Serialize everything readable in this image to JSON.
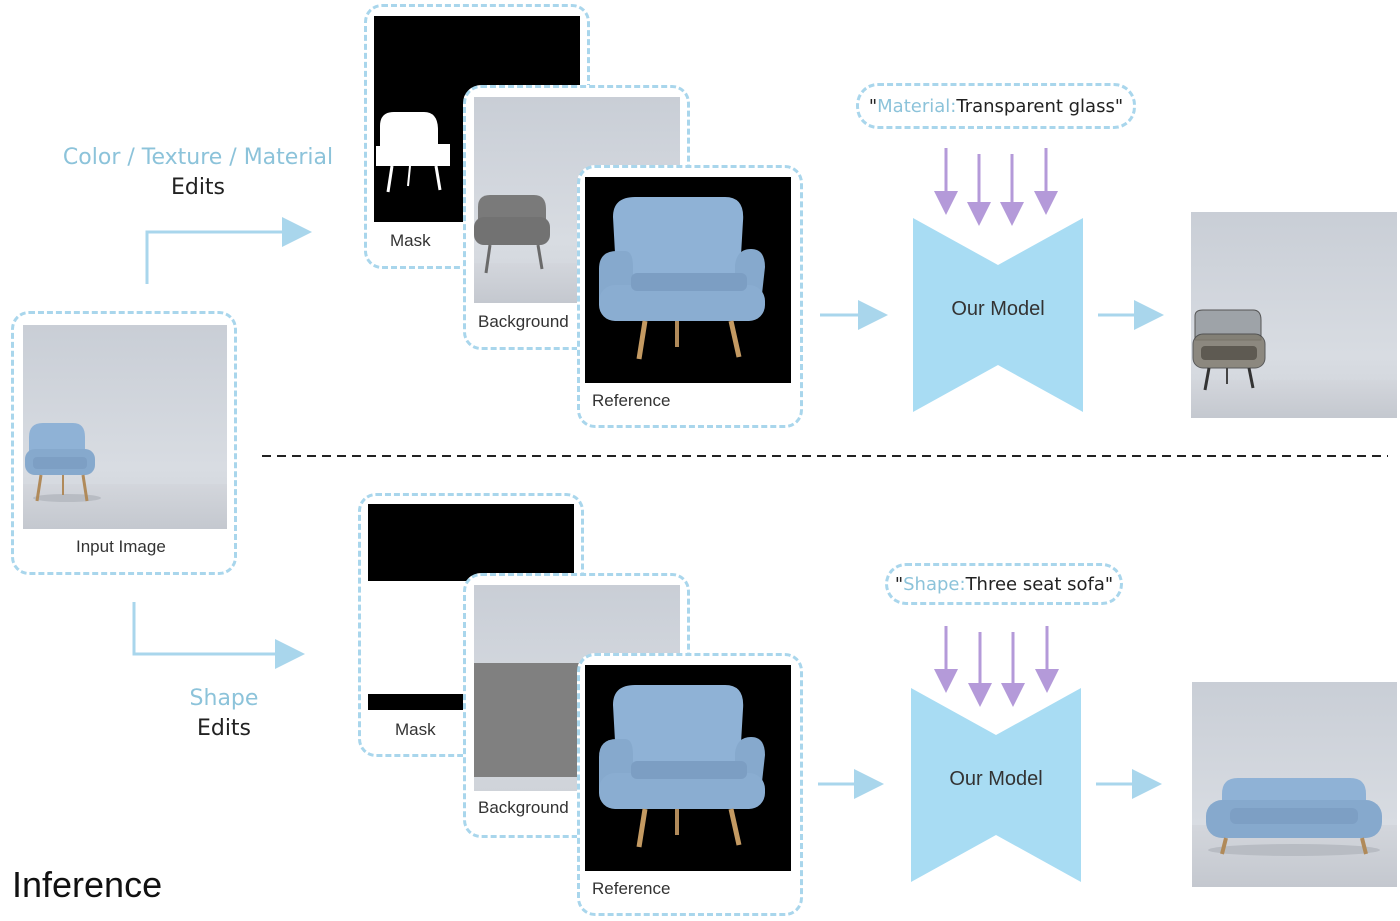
{
  "title": "Inference",
  "input_image": {
    "caption": "Input Image"
  },
  "top_branch": {
    "edit_type_accent": "Color / Texture / Material",
    "edit_type_suffix": "Edits",
    "cards": {
      "mask": "Mask",
      "background": "Background",
      "reference": "Reference"
    },
    "prompt": {
      "open_quote": "\"",
      "keyword": "Material:",
      "text": " Transparent glass",
      "close_quote": "\""
    },
    "model_label": "Our Model"
  },
  "bottom_branch": {
    "edit_type_accent": "Shape",
    "edit_type_suffix": "Edits",
    "cards": {
      "mask": "Mask",
      "background": "Background",
      "reference": "Reference"
    },
    "prompt": {
      "open_quote": "\"",
      "keyword": "Shape:",
      "text": " Three seat sofa",
      "close_quote": "\""
    },
    "model_label": "Our Model"
  },
  "colors": {
    "accent_blue": "#a9d6ec",
    "model_fill": "#a8dcf3",
    "arrow_blue": "#a9d6ec",
    "text_arrow_purple": "#b49ad9",
    "chair_blue": "#8fb2d6",
    "separator": "#222222"
  },
  "icons": [
    "chair-icon",
    "sofa-icon",
    "glass-chair-icon",
    "down-arrow-icon",
    "right-arrow-icon"
  ]
}
